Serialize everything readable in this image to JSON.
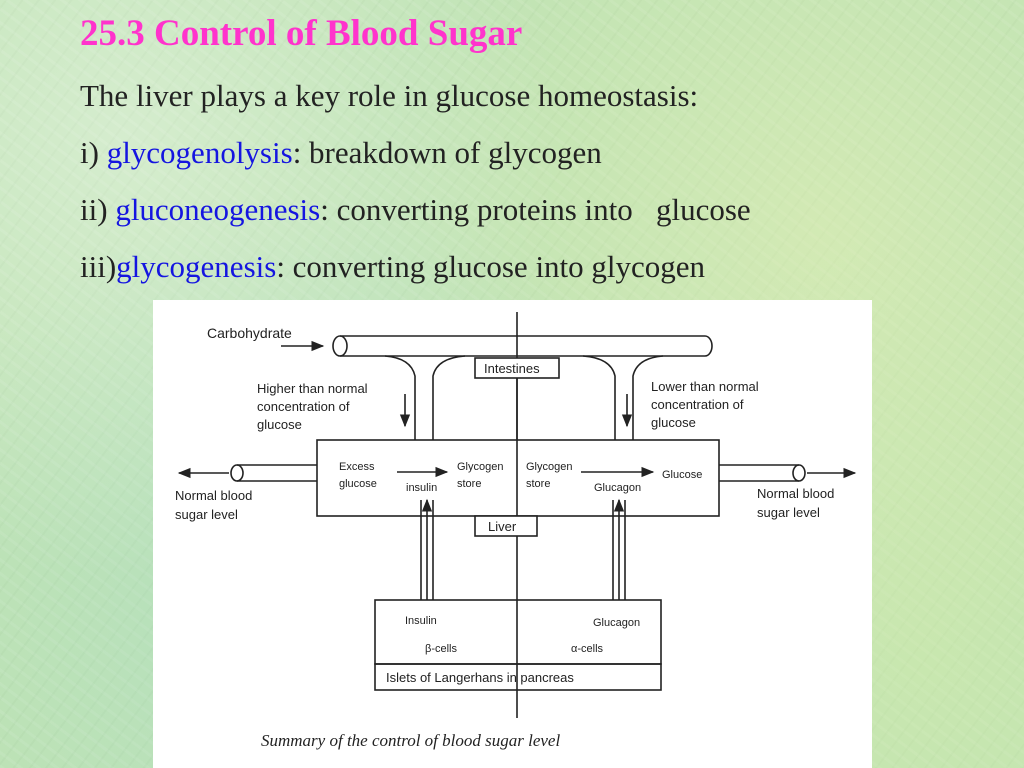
{
  "slide": {
    "title": "25.3 Control of Blood Sugar",
    "intro": "The liver plays a key role in glucose homeostasis:",
    "items": [
      {
        "prefix": "i) ",
        "term": "glycogenolysis",
        "rest": ": breakdown of glycogen"
      },
      {
        "prefix": "ii) ",
        "term": "gluconeogenesis",
        "rest": ": converting proteins into   glucose"
      },
      {
        "prefix": "iii)",
        "term": "glycogenesis",
        "rest": ": converting glucose into glycogen"
      }
    ]
  },
  "diagram": {
    "carbohydrate": "Carbohydrate",
    "intestines": "Intestines",
    "higher_1": "Higher than normal",
    "higher_2": "concentration of",
    "higher_3": "glucose",
    "lower_1": "Lower than normal",
    "lower_2": "concentration of",
    "lower_3": "glucose",
    "excess_1": "Excess",
    "excess_2": "glucose",
    "insulin_small": "insulin",
    "glycogen_store_l_1": "Glycogen",
    "glycogen_store_l_2": "store",
    "glycogen_store_r_1": "Glycogen",
    "glycogen_store_r_2": "store",
    "glucagon_small": "Glucagon",
    "glucose_out": "Glucose",
    "normal_l_1": "Normal blood",
    "normal_l_2": "sugar level",
    "normal_r_1": "Normal blood",
    "normal_r_2": "sugar level",
    "liver": "Liver",
    "insulin": "Insulin",
    "glucagon": "Glucagon",
    "beta_cells": "β-cells",
    "alpha_cells": "α-cells",
    "islets": "Islets of Langerhans in pancreas",
    "caption": "Summary of the control of blood sugar level"
  }
}
